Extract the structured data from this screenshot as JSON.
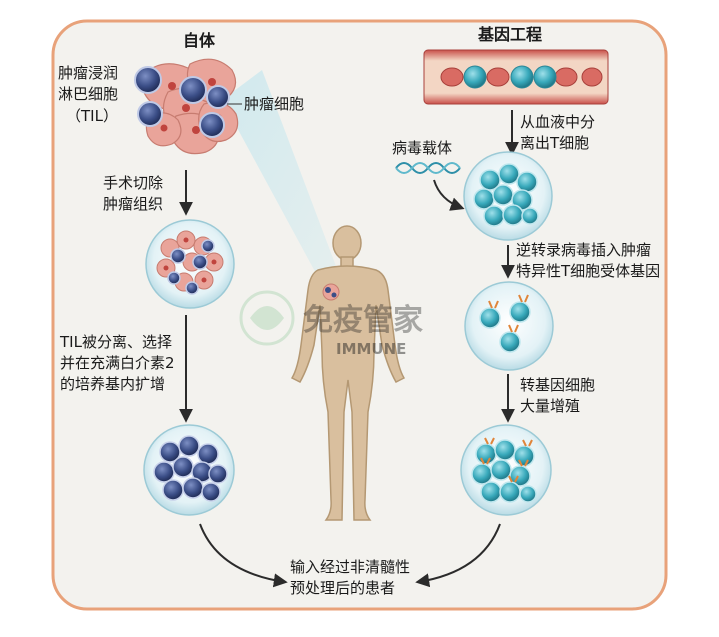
{
  "left": {
    "title": "自体",
    "til_label": [
      "肿瘤浸润",
      "淋巴细胞",
      "（TIL）"
    ],
    "tumor_cell_label": "肿瘤细胞",
    "step1": [
      "手术切除",
      "肿瘤组织"
    ],
    "step2": [
      "TIL被分离、选择",
      "并在充满白介素2",
      "的培养基内扩增"
    ]
  },
  "right": {
    "title": "基因工程",
    "step1": [
      "从血液中分",
      "离出T细胞"
    ],
    "virus_label": "病毒载体",
    "step2": [
      "逆转录病毒插入肿瘤",
      "特异性T细胞受体基因"
    ],
    "step3": [
      "转基因细胞",
      "大量增殖"
    ]
  },
  "bottom": {
    "label": [
      "输入经过非清髓性",
      "预处理后的患者"
    ]
  },
  "watermark": {
    "text": "免疫管家",
    "sub": "IMMUNE"
  },
  "colors": {
    "frame_border": "#e8a27a",
    "background": "#f3f2ee",
    "tumor_cell": "#e9a49a",
    "lymphocyte": "#3b4e87",
    "tcell": "#45b7c7",
    "body": "#d9bf9e",
    "beam": "#cde8ee",
    "receptor": "#e0853a"
  }
}
